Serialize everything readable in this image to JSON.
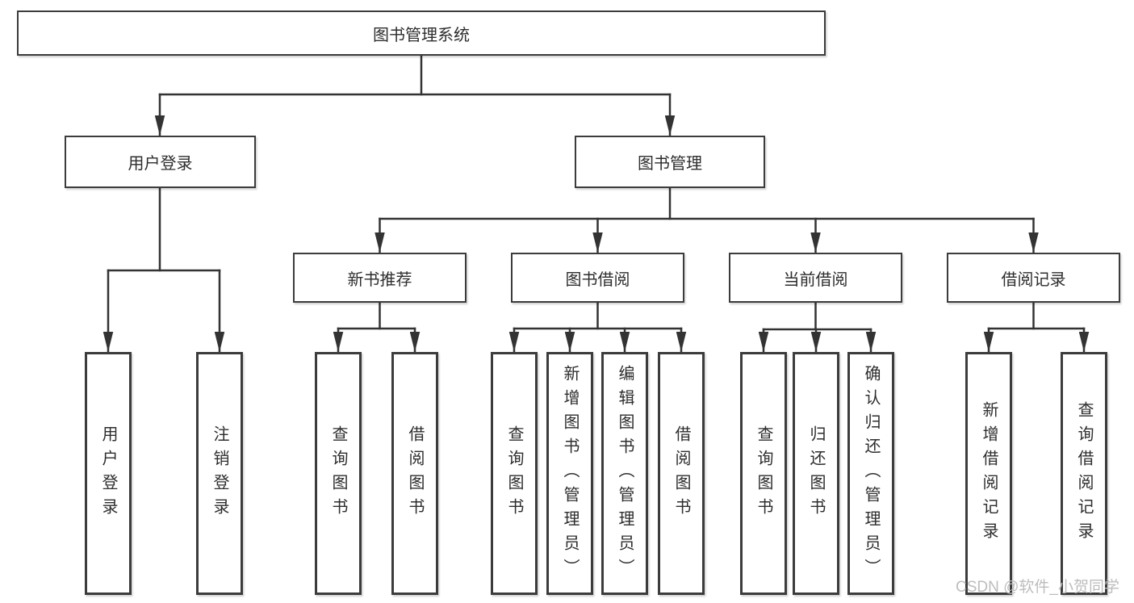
{
  "title": "图书管理系统",
  "level2": [
    {
      "label": "用户登录"
    },
    {
      "label": "图书管理"
    }
  ],
  "level3": [
    {
      "label": "新书推荐"
    },
    {
      "label": "图书借阅"
    },
    {
      "label": "当前借阅"
    },
    {
      "label": "借阅记录"
    }
  ],
  "leaves": [
    {
      "label": "用户登录"
    },
    {
      "label": "注销登录"
    },
    {
      "label": "查询图书"
    },
    {
      "label": "借阅图书"
    },
    {
      "label": "查询图书"
    },
    {
      "label": "新增图书（管理员）"
    },
    {
      "label": "编辑图书（管理员）"
    },
    {
      "label": "借阅图书"
    },
    {
      "label": "查询图书"
    },
    {
      "label": "归还图书"
    },
    {
      "label": "确认归还（管理员）"
    },
    {
      "label": "新增借阅记录"
    },
    {
      "label": "查询借阅记录"
    }
  ],
  "watermark": "CSDN @软件_小贺同学",
  "colors": {
    "line": "#333333",
    "border": "#3c3c3c",
    "text": "#2d2d2d",
    "watermark": "#bdbdbd",
    "background": "#ffffff"
  }
}
